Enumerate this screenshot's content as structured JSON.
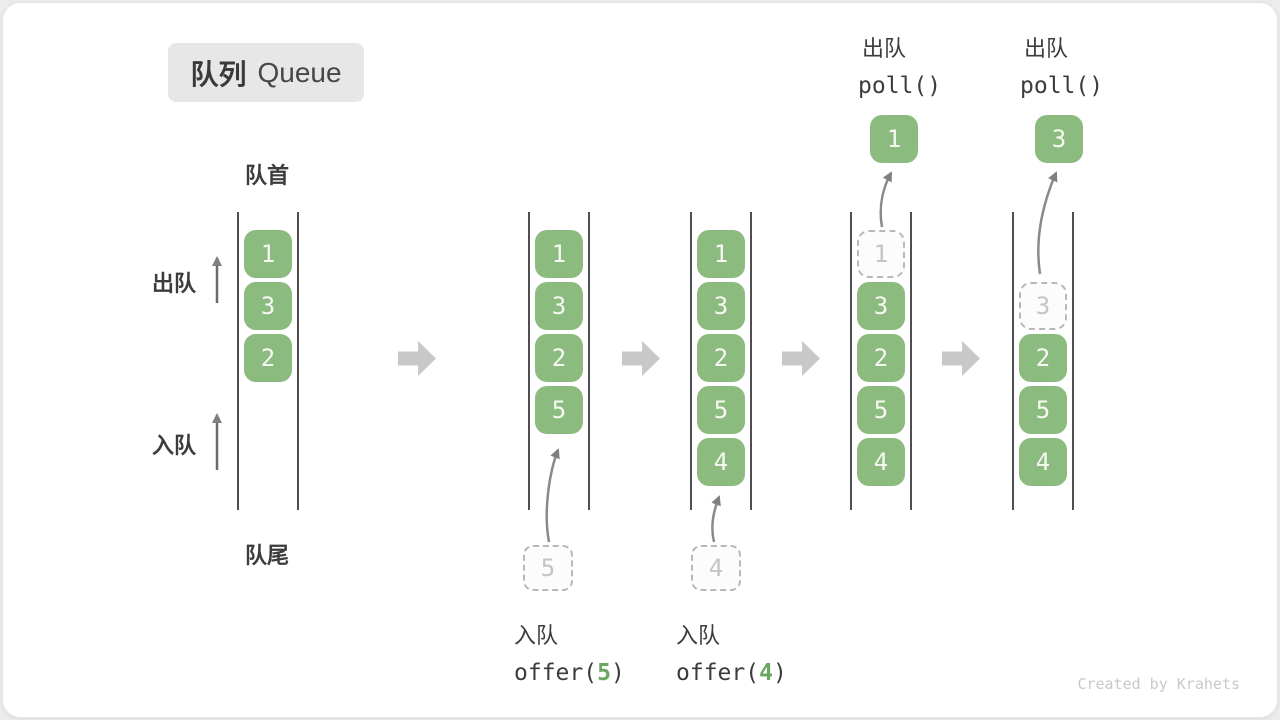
{
  "title": {
    "zh": "队列",
    "en": "Queue"
  },
  "labels": {
    "front": "队首",
    "rear": "队尾",
    "dequeue": "出队",
    "enqueue": "入队"
  },
  "colors": {
    "box_green": "#8CBB80",
    "accent_green": "#69A761",
    "flow_arrow_gray": "#c8c8c8",
    "container_line": "#4f4f4f"
  },
  "queues": [
    {
      "name": "state-initial",
      "cells": [
        {
          "value": "1",
          "kind": "solid"
        },
        {
          "value": "3",
          "kind": "solid"
        },
        {
          "value": "2",
          "kind": "solid"
        }
      ]
    },
    {
      "name": "state-after-offer-5",
      "cells": [
        {
          "value": "1",
          "kind": "solid"
        },
        {
          "value": "3",
          "kind": "solid"
        },
        {
          "value": "2",
          "kind": "solid"
        },
        {
          "value": "5",
          "kind": "solid"
        }
      ]
    },
    {
      "name": "state-after-offer-4",
      "cells": [
        {
          "value": "1",
          "kind": "solid"
        },
        {
          "value": "3",
          "kind": "solid"
        },
        {
          "value": "2",
          "kind": "solid"
        },
        {
          "value": "5",
          "kind": "solid"
        },
        {
          "value": "4",
          "kind": "solid"
        }
      ]
    },
    {
      "name": "state-after-poll-1",
      "cells": [
        {
          "value": "1",
          "kind": "dashed"
        },
        {
          "value": "3",
          "kind": "solid"
        },
        {
          "value": "2",
          "kind": "solid"
        },
        {
          "value": "5",
          "kind": "solid"
        },
        {
          "value": "4",
          "kind": "solid"
        }
      ]
    },
    {
      "name": "state-after-poll-3",
      "cells": [
        {
          "value": "3",
          "kind": "dashed"
        },
        {
          "value": "2",
          "kind": "solid"
        },
        {
          "value": "5",
          "kind": "solid"
        },
        {
          "value": "4",
          "kind": "solid"
        }
      ]
    }
  ],
  "staging": [
    {
      "value": "5"
    },
    {
      "value": "4"
    }
  ],
  "results": [
    {
      "value": "1"
    },
    {
      "value": "3"
    }
  ],
  "operations": {
    "enqueue_5": {
      "zh": "入队",
      "code_pre": "offer(",
      "arg": "5",
      "code_post": ")"
    },
    "enqueue_4": {
      "zh": "入队",
      "code_pre": "offer(",
      "arg": "4",
      "code_post": ")"
    },
    "poll_1": {
      "zh": "出队",
      "code": "poll()"
    },
    "poll_2": {
      "zh": "出队",
      "code": "poll()"
    }
  },
  "watermark": "Created by Krahets"
}
